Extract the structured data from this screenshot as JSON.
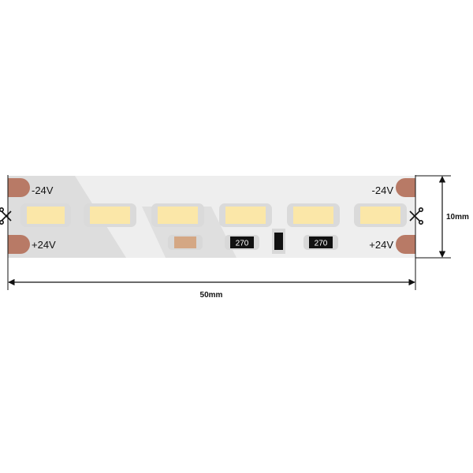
{
  "strip": {
    "pad_labels": {
      "left_top": "-24V",
      "left_bottom": "+24V",
      "right_top": "-24V",
      "right_bottom": "+24V"
    },
    "resistor_values": [
      "270",
      "270"
    ],
    "led_count": 6
  },
  "dimensions": {
    "length": "50mm",
    "height": "10mm"
  },
  "colors": {
    "strip": "#eeeeee",
    "strip_shadow": "#d4d4d4",
    "pad": "#b87a66",
    "led_face": "#fbe7a8",
    "led_body": "#dadada",
    "resistor": "#111111",
    "capacitor": "#d4a784"
  }
}
